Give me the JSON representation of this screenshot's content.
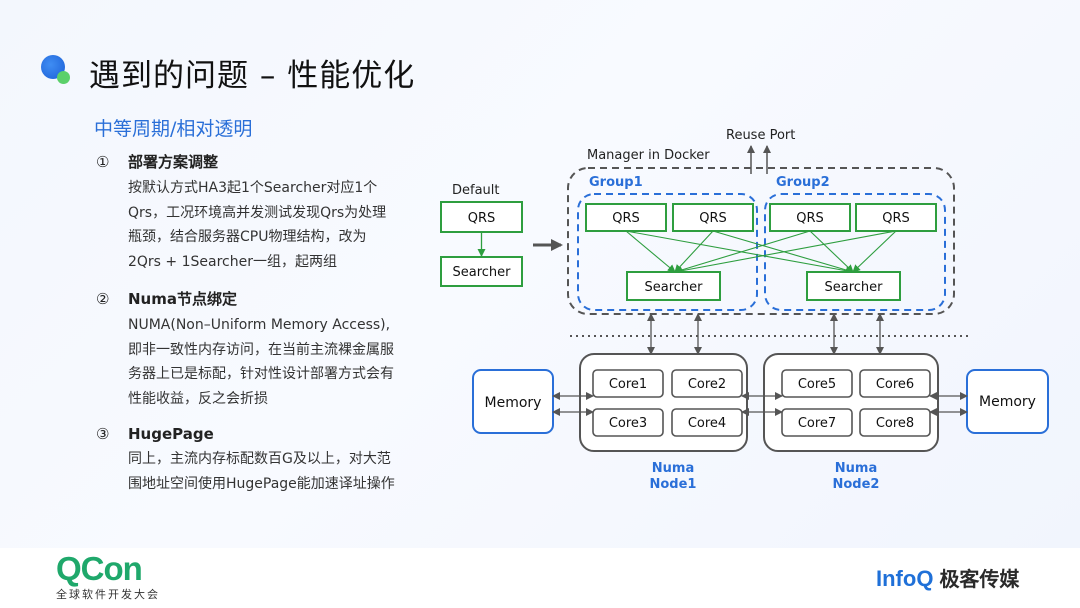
{
  "slide": {
    "title": "遇到的问题 – 性能优化",
    "subtitle": "中等周期/相对透明"
  },
  "points": [
    {
      "num": "①",
      "heading": "部署方案调整",
      "lines": [
        "按默认方式HA3起1个Searcher对应1个",
        "Qrs，工况环境高并发测试发现Qrs为处理",
        "瓶颈，结合服务器CPU物理结构，改为",
        "2Qrs + 1Searcher一组，起两组"
      ]
    },
    {
      "num": "②",
      "heading": "Numa节点绑定",
      "lines": [
        "NUMA(Non–Uniform Memory Access),",
        "即非一致性内存访问，在当前主流裸金属服",
        "务器上已是标配，针对性设计部署方式会有",
        "性能收益，反之会折损"
      ]
    },
    {
      "num": "③",
      "heading": "HugePage",
      "lines": [
        "同上，主流内存标配数百G及以上，对大范",
        "围地址空间使用HugePage能加速译址操作"
      ]
    }
  ],
  "diagram": {
    "reuse_port": "Reuse Port",
    "manager": "Manager in Docker",
    "default": "Default",
    "default_qrs": "QRS",
    "default_searcher": "Searcher",
    "group1": "Group1",
    "group2": "Group2",
    "qrs": "QRS",
    "searcher": "Searcher",
    "memory_left": "Memory",
    "memory_right": "Memory",
    "cores": [
      "Core1",
      "Core2",
      "Core3",
      "Core4",
      "Core5",
      "Core6",
      "Core7",
      "Core8"
    ],
    "numa1": [
      "Numa",
      "Node1"
    ],
    "numa2": [
      "Numa",
      "Node2"
    ]
  },
  "footer": {
    "qcon": "QCon",
    "qcon_sub": "全球软件开发大会",
    "infoq": "InfoQ",
    "geek": "极客传媒"
  },
  "colors": {
    "accent_blue": "#2a6fd8",
    "green": "#2e9e3f",
    "dark_gray": "#555555",
    "qcon_green": "#1fa86b"
  }
}
